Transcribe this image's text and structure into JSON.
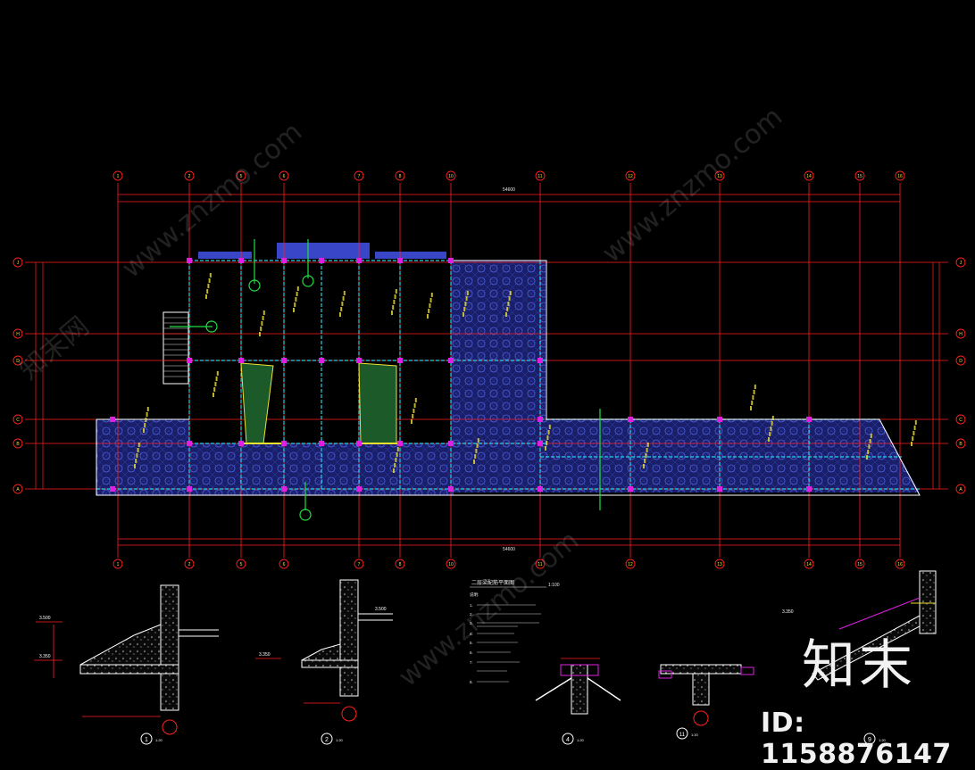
{
  "plan": {
    "title": "二层梁配筋平面图",
    "scale": "1:100",
    "grid_columns": [
      "1",
      "2",
      "5",
      "6",
      "7",
      "8",
      "10",
      "11",
      "12",
      "13",
      "14",
      "15",
      "16"
    ],
    "grid_rows": [
      "A",
      "B",
      "C",
      "D",
      "H",
      "J"
    ],
    "overall_dim": "54600"
  },
  "details": {
    "labels": [
      "1",
      "2",
      "4",
      "11",
      "9"
    ],
    "scales": [
      "1:20",
      "1:20",
      "1:20",
      "1:20",
      "1:20"
    ],
    "elev_a": "3.500",
    "elev_b": "3.350"
  },
  "notes": {
    "heading": "说明:",
    "lines": [
      "1.",
      "2.",
      "3.",
      "4.",
      "5.",
      "6.",
      "7.",
      "8."
    ]
  },
  "watermark": {
    "site": "www.znzmo.com",
    "brand": "知末网",
    "logo": "知末",
    "id_text": "ID: 1158876147"
  },
  "colors": {
    "background": "#000000",
    "grid_red": "#ff2020",
    "wall_white": "#ffffff",
    "hatch_blue": "#3a46c8",
    "beam_cyan": "#22d3e6",
    "dim_yellow": "#f0e030",
    "green": "#20e040",
    "magenta": "#e020e0"
  }
}
